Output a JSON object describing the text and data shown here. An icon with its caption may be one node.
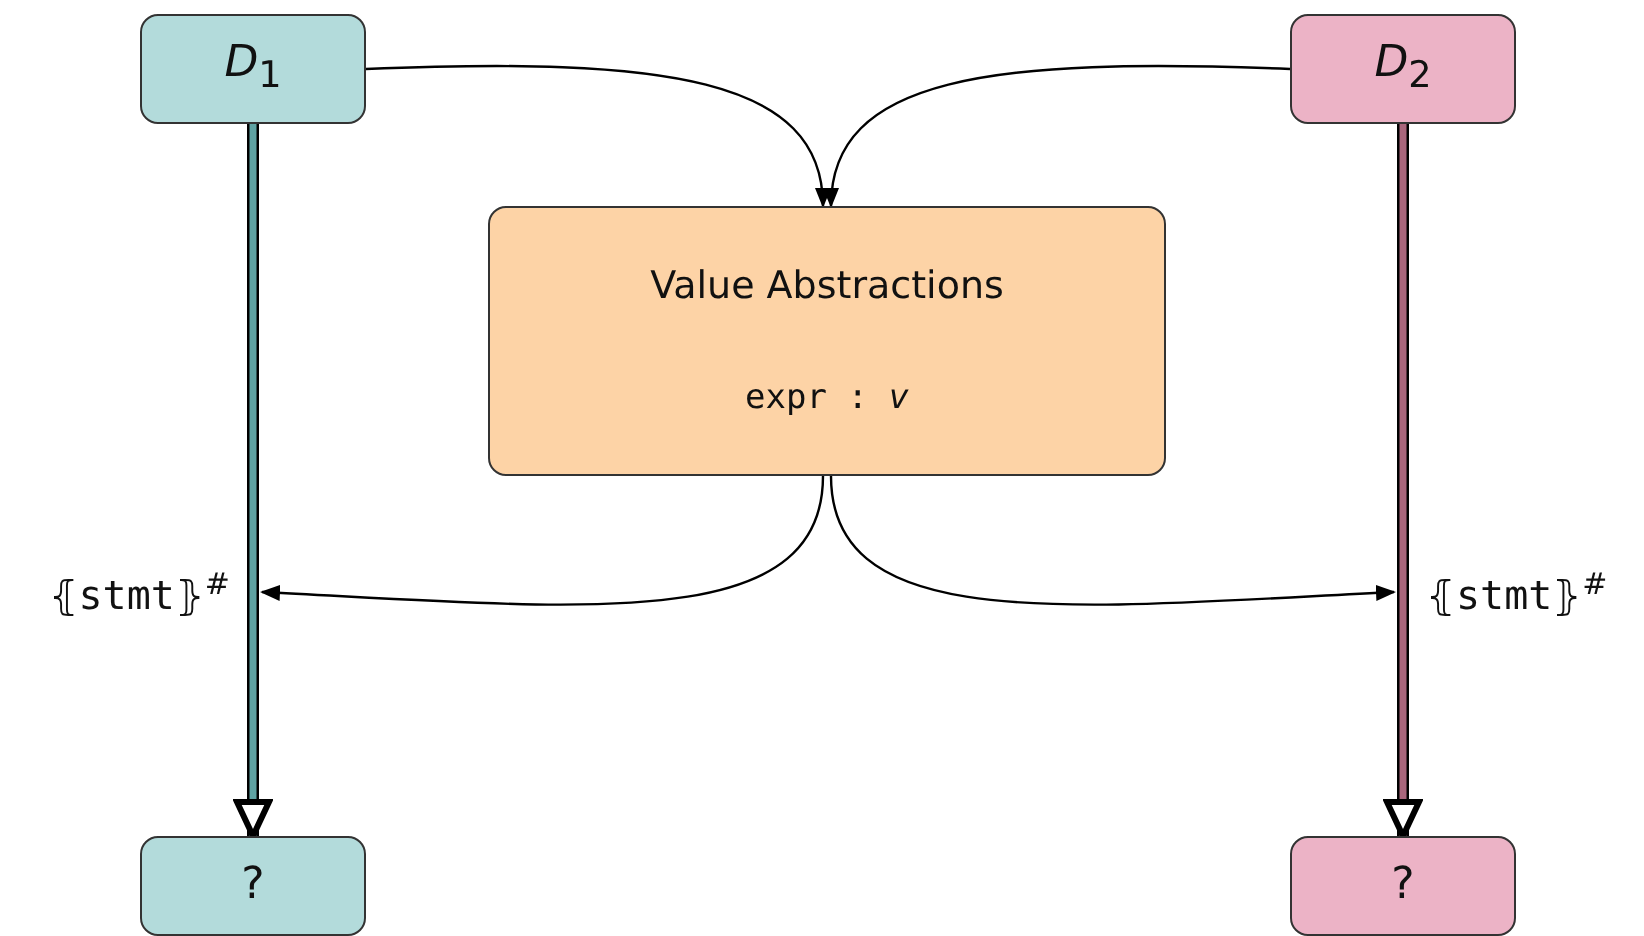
{
  "diagram": {
    "nodes": [
      {
        "text": [
          "*D*$_{1}$"
        ]
      },
      {
        "text": [
          "*D*$_{2}$"
        ]
      },
      {
        "text": [
          "Value Abstractions",
          "expr : *v*"
        ]
      },
      {
        "text": [
          "?"
        ]
      },
      {
        "text": [
          "?"
        ]
      },
      {
        "text": [
          "⦃stmt⦄$^{#}$"
        ]
      },
      {
        "text": [
          "⦃stmt⦄$^{#}$"
        ]
      }
    ],
    "edges": [
      {
        "from": 0,
        "to": 2,
        "arrow": "to"
      },
      {
        "from": 1,
        "to": 2,
        "arrow": "to"
      },
      {
        "from": 0,
        "to": 3,
        "arrow": "to",
        "style": "thick",
        "color": "#5fa3a3"
      },
      {
        "from": 1,
        "to": 4,
        "arrow": "to",
        "style": "thick",
        "color": "#a9667c"
      },
      {
        "from": 2,
        "to": 5,
        "arrow": "to"
      },
      {
        "from": 2,
        "to": 6,
        "arrow": "to"
      }
    ]
  }
}
